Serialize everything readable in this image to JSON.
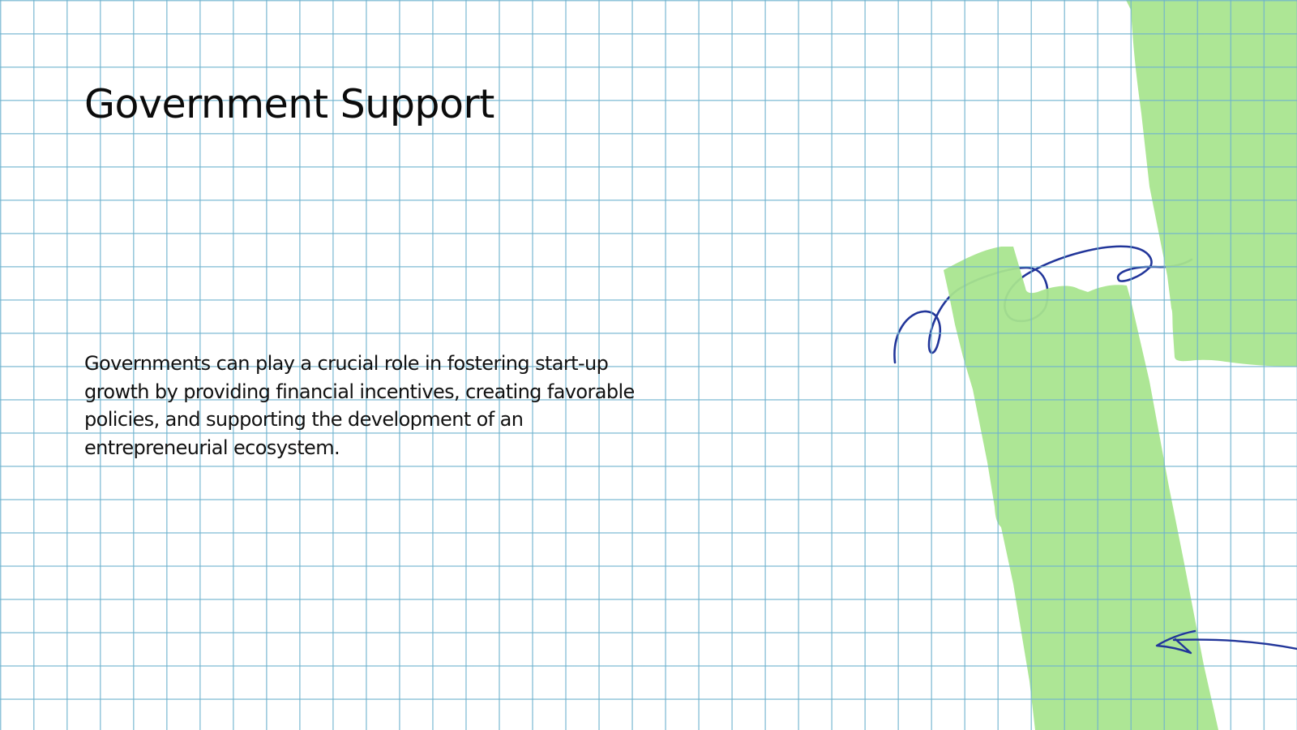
{
  "slide": {
    "title": "Government Support",
    "body_lines": [
      "Governments can play a crucial role in fostering start-up",
      "growth by providing financial incentives, creating favorable",
      "policies, and supporting the development of an",
      "entrepreneurial ecosystem."
    ]
  },
  "theme": {
    "background": "#ffffff",
    "grid_line_color": "#8fc6dc",
    "highlight_green": "#a8e48e",
    "scribble_blue": "#22369a",
    "text_color": "#111111"
  },
  "decorations": {
    "icons": [
      "green-marker-stroke-top",
      "green-marker-stroke-bottom",
      "loop-scribble",
      "hand-drawn-arrow-left"
    ]
  }
}
